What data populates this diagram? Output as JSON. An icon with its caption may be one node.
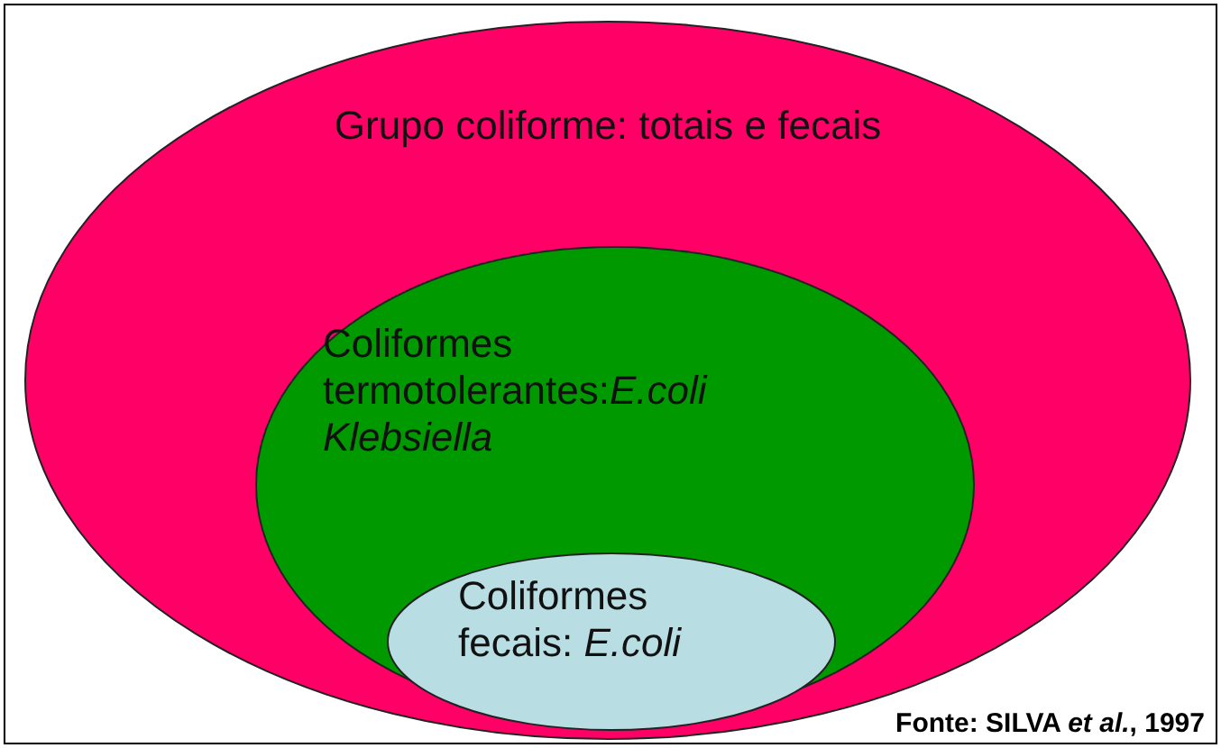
{
  "diagram": {
    "caption": "Fonte: SILVA *et al.*, 1997",
    "nodes": [
      {
        "text": [
          "Grupo coliforme: totais e fecais"
        ]
      },
      {
        "text": [
          "Coliformes termotolerantes:*E.coli* *Klebsiella*"
        ],
        "in": 0
      },
      {
        "text": [
          "Coliformes fecais: *E.coli*"
        ],
        "in": 1
      }
    ]
  }
}
